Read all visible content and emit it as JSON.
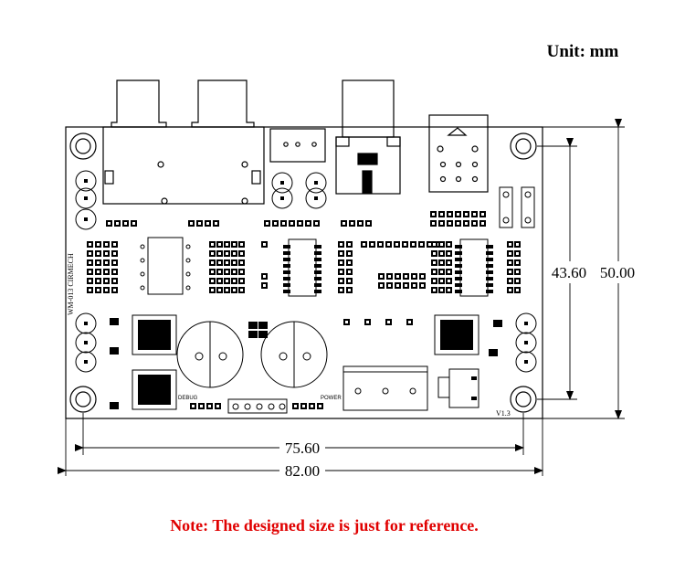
{
  "unit_label": "Unit: mm",
  "note": "Note: The designed size is just for reference.",
  "dimensions": {
    "hole_spacing_x": "75.60",
    "board_width": "82.00",
    "hole_spacing_y": "43.60",
    "board_height": "50.00"
  },
  "board": {
    "name_label": "WM-013 CIRMECH",
    "version": "V1.3",
    "debug_label": "DEBUG",
    "power_label": "POWER"
  },
  "colors": {
    "line": "#000000",
    "note": "#e00000",
    "background": "#ffffff"
  }
}
